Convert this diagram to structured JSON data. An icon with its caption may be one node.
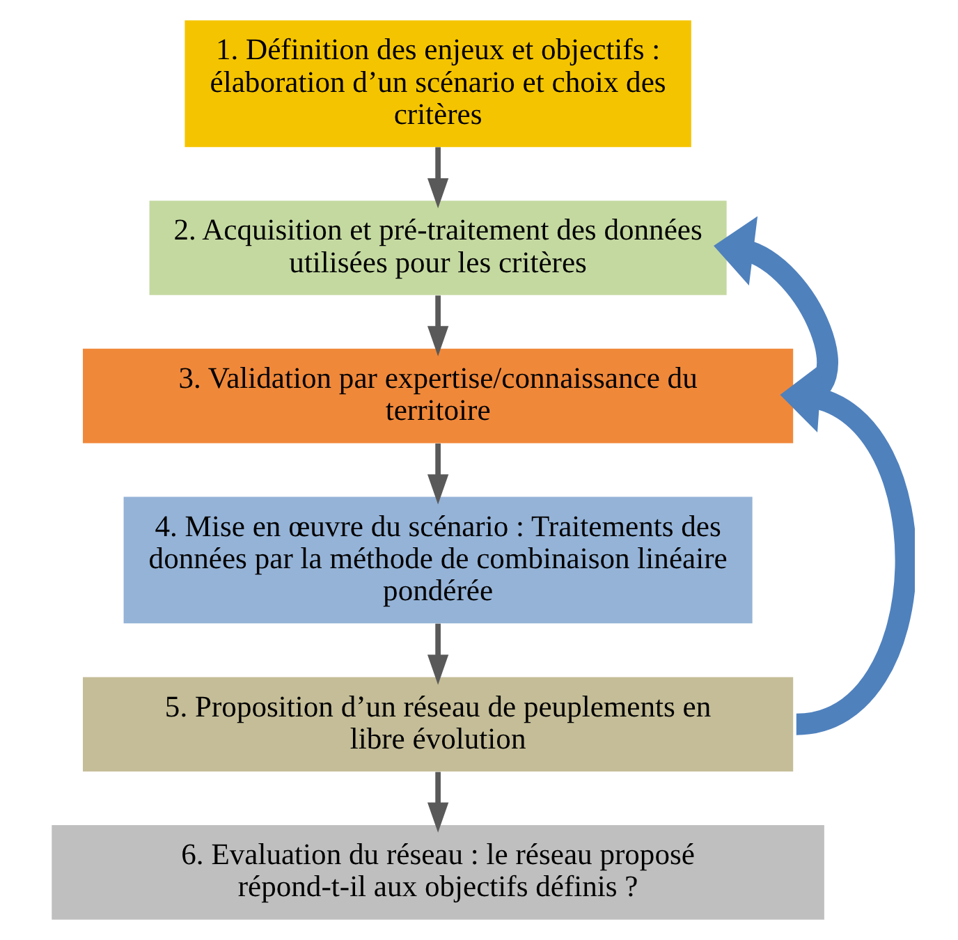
{
  "diagram": {
    "nodes": [
      {
        "text": [
          "1. Définition des enjeux et objectifs : élaboration d’un scénario et choix des critères"
        ]
      },
      {
        "text": [
          "2. Acquisition et pré-traitement des données utilisées pour les critères"
        ]
      },
      {
        "text": [
          "3. Validation par expertise/connaissance du territoire"
        ]
      },
      {
        "text": [
          "4. Mise en œuvre du scénario : Traitements des données par la méthode de combinaison linéaire pondérée"
        ]
      },
      {
        "text": [
          "5. Proposition d’un réseau de peuplements en libre évolution"
        ]
      },
      {
        "text": [
          "6. Evaluation du réseau : le réseau proposé répond-t-il aux objectifs définis ?"
        ]
      }
    ],
    "edges": [
      {
        "from": 0,
        "to": 1,
        "arrow": "to"
      },
      {
        "from": 1,
        "to": 2,
        "arrow": "to"
      },
      {
        "from": 2,
        "to": 3,
        "arrow": "to"
      },
      {
        "from": 3,
        "to": 4,
        "arrow": "to"
      },
      {
        "from": 4,
        "to": 5,
        "arrow": "to"
      },
      {
        "from": 2,
        "to": 1,
        "arrow": "to",
        "style": "thick",
        "color": "#4f81bd"
      },
      {
        "from": 4,
        "to": 2,
        "arrow": "to",
        "style": "thick",
        "color": "#4f81bd"
      }
    ]
  }
}
